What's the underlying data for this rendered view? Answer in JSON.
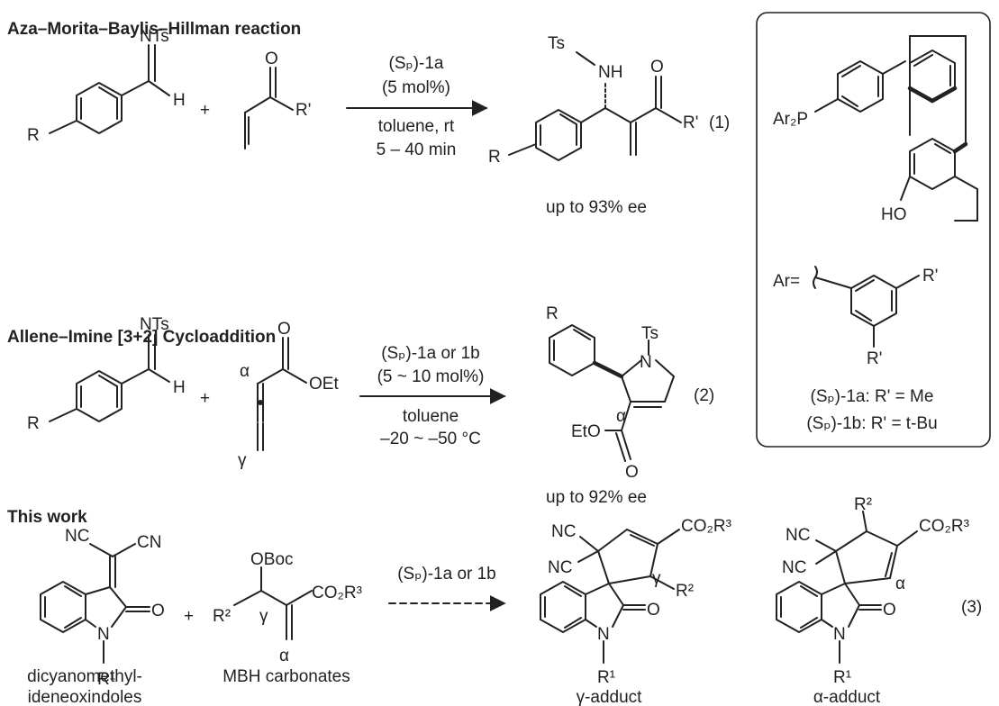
{
  "headings": {
    "aza": "Aza–Morita–Baylis–Hillman reaction",
    "allene": "Allene–Imine [3+2] Cycloaddition",
    "thiswork": "This work"
  },
  "atoms": {
    "nts": "NTs",
    "h": "H",
    "r": "R",
    "o": "O",
    "rp": "R'",
    "ts": "Ts",
    "nh": "NH",
    "n": "N",
    "oet": "OEt",
    "eto": "EtO",
    "alpha": "α",
    "gamma": "γ",
    "nc": "NC",
    "cn": "CN",
    "oboc": "OBoc",
    "ar2p": "Ar₂P",
    "ho": "HO",
    "ar_eq": "Ar=",
    "r1": "R¹",
    "r2": "R²",
    "co2r3": "CO₂R³",
    "plus": "+"
  },
  "reactions": {
    "r1": {
      "catalyst": "(Sₚ)-1a",
      "loading": "(5 mol%)",
      "solvent": "toluene, rt",
      "time": "5 – 40 min",
      "ee": "up to 93% ee",
      "number": "(1)"
    },
    "r2": {
      "catalyst": "(Sₚ)-1a or 1b",
      "loading": "(5 ~ 10 mol%)",
      "solvent": "toluene",
      "temp": "–20 ~ –50 °C",
      "ee": "up to 92% ee",
      "number": "(2)"
    },
    "r3": {
      "catalyst": "(Sₚ)-1a or 1b",
      "number": "(3)"
    }
  },
  "box": {
    "line1a": "(Sₚ)-1a: R' = Me",
    "line1b": "(Sₚ)-1b: R' = t-Bu"
  },
  "labels": {
    "dicyano_line1": "dicyanomethyl-",
    "dicyano_line2": "ideneoxindoles",
    "mbh": "MBH carbonates",
    "gamma_adduct": "γ-adduct",
    "alpha_adduct": "α-adduct"
  }
}
